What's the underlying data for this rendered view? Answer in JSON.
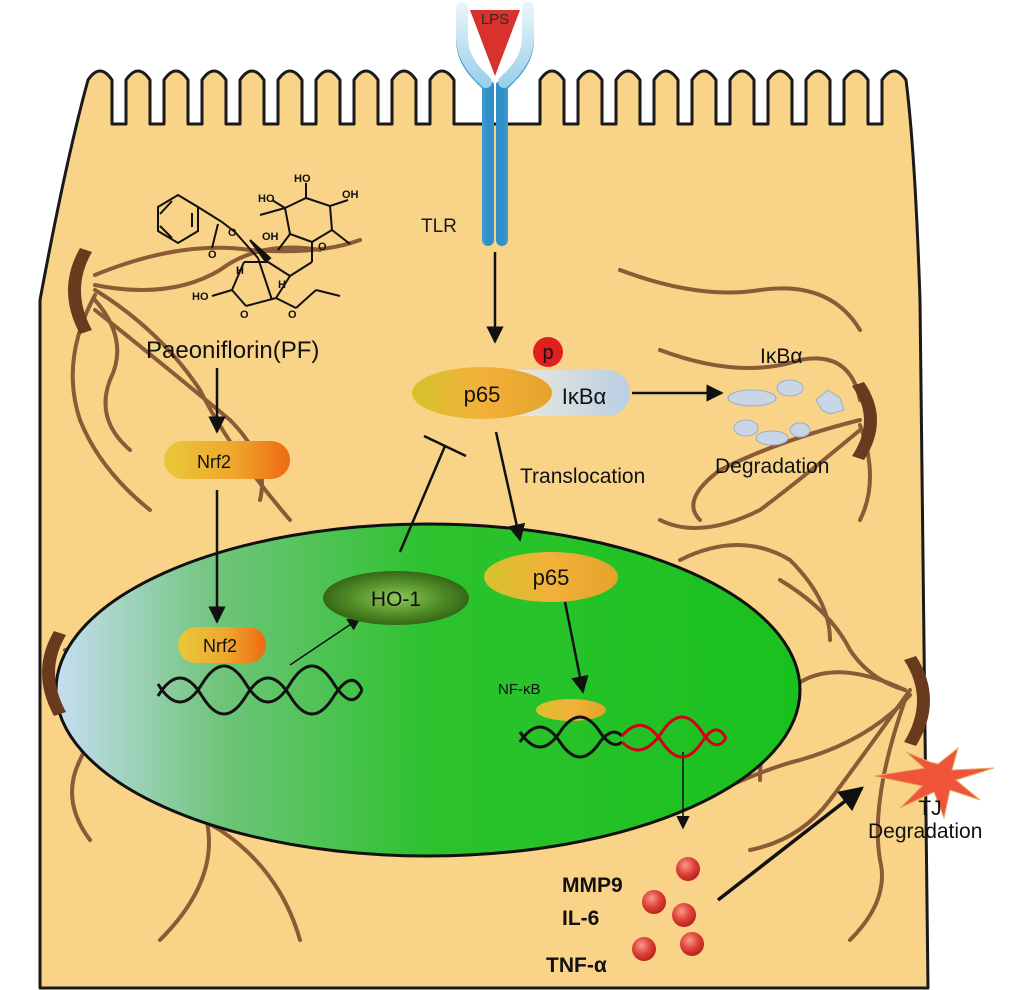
{
  "labels": {
    "lps": "LPS",
    "tlr": "TLR",
    "paeoniflorin": "Paeoniflorin(PF)",
    "nrf2_cyto": "Nrf2",
    "nrf2_nuc": "Nrf2",
    "ho1": "HO-1",
    "p_badge": "p",
    "p65_cyto": "p65",
    "ikba_complex": "IκBα",
    "ikba_free": "IκBα",
    "degradation_ikba": "Degradation",
    "translocation": "Translocation",
    "p65_nuc": "p65",
    "nfkb": "NF-κB",
    "mmp9": "MMP9",
    "il6": "IL-6",
    "tnfa": "TNF-α",
    "tj": "TJ",
    "degradation_tj": "Degradation"
  },
  "molecule_labels": {
    "ho_a": "HO",
    "ho_b": "HO",
    "oh_a": "OH",
    "oh_b": "OH",
    "o_a": "O",
    "o_b": "O",
    "o_c": "O",
    "o_d": "O",
    "o_e": "O",
    "h_a": "H",
    "h_b": "H"
  },
  "colors": {
    "cell_fill": "#F9D488",
    "cell_stroke": "#1a1a1a",
    "nucleus_green": "#2DC22E",
    "nucleus_light": "#C6DEF2",
    "receptor_blue": "#3DA4D8",
    "receptor_light": "#BFE3F3",
    "lps_red": "#D7322C",
    "junction_brown": "#6A3A1F",
    "fiber_brown": "#8B5A36",
    "dna_red": "#D4001A",
    "cytokine_red": "#E0443C",
    "tj_star": "#F0543A"
  }
}
